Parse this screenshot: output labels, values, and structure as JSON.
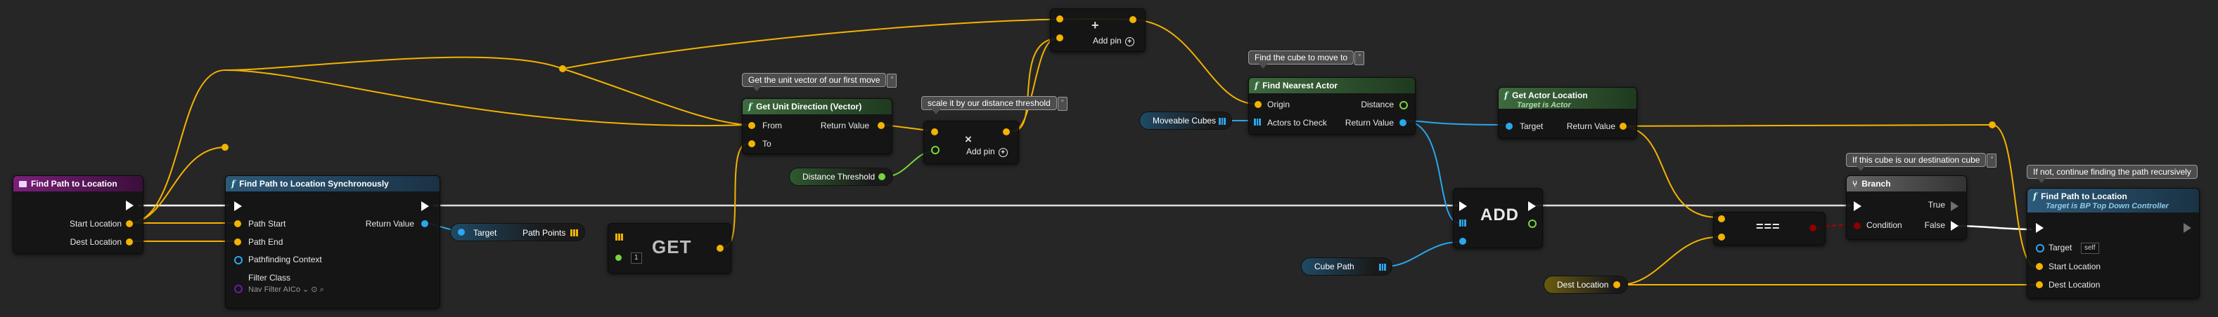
{
  "nodes": {
    "event": {
      "title": "Find Path to Location",
      "pins": {
        "start": "Start Location",
        "dest": "Dest Location"
      }
    },
    "find_sync": {
      "title": "Find Path to Location Synchronously",
      "pins": {
        "path_start": "Path Start",
        "path_end": "Path End",
        "context": "Pathfinding Context",
        "filter": "Filter Class",
        "filter_value": "Nav Filter AICo",
        "return": "Return Value"
      }
    },
    "path_points": {
      "target": "Target",
      "label": "Path Points"
    },
    "get": {
      "title": "GET",
      "index": "1"
    },
    "unit_dir": {
      "title": "Get Unit Direction (Vector)",
      "pins": {
        "from": "From",
        "to": "To",
        "return": "Return Value"
      }
    },
    "distance_threshold": {
      "label": "Distance Threshold"
    },
    "multiply": {
      "symbol": "×",
      "add_pin": "Add pin"
    },
    "plus": {
      "symbol": "+",
      "add_pin": "Add pin"
    },
    "moveable_cubes": {
      "label": "Moveable Cubes"
    },
    "nearest": {
      "title": "Find Nearest Actor",
      "pins": {
        "origin": "Origin",
        "actors": "Actors to Check",
        "distance": "Distance",
        "return": "Return Value"
      }
    },
    "actor_loc": {
      "title": "Get Actor Location",
      "subtitle": "Target is Actor",
      "pins": {
        "target": "Target",
        "return": "Return Value"
      }
    },
    "add": {
      "title": "ADD"
    },
    "cube_path": {
      "label": "Cube Path"
    },
    "equal": {
      "title": "==="
    },
    "branch": {
      "title": "Branch",
      "pins": {
        "condition": "Condition",
        "true": "True",
        "false": "False"
      }
    },
    "dest_location": {
      "label": "Dest Location"
    },
    "find_call": {
      "title": "Find Path to Location",
      "subtitle": "Target is BP Top Down Controller",
      "pins": {
        "target": "Target",
        "self": "self",
        "start": "Start Location",
        "dest": "Dest Location"
      }
    }
  },
  "comments": {
    "unit_vector": "Get the unit vector of our first move",
    "scale": "scale it by our distance threshold",
    "find_cube": "Find the cube to move to",
    "destination": "If this cube is our destination cube",
    "recursive": "If not, continue finding the path recursively"
  },
  "colors": {
    "background": "#262626",
    "vector_pin": "#f3b300",
    "object_pin": "#2aa7ef",
    "float_pin": "#7bd33e",
    "bool_pin": "#8b0000",
    "event_header": "#7a1f7a",
    "function_header": "#2d5a7a",
    "pure_header": "#3e6a3e"
  }
}
